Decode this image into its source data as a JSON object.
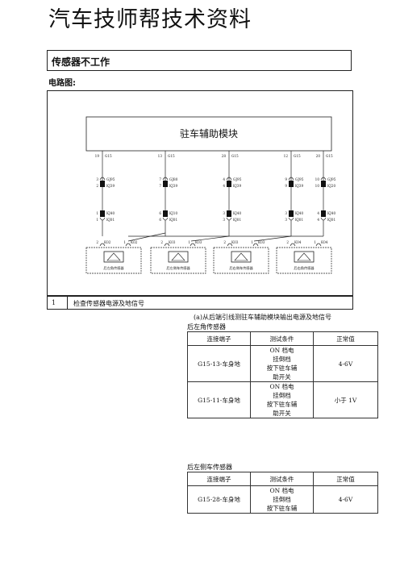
{
  "header": {
    "title": "汽车技师帮技术资料"
  },
  "section": {
    "title": "传感器不工作"
  },
  "circuit_label": "电路图:",
  "diagram": {
    "module_name": "驻车辅助模块",
    "top_pins": [
      "19",
      "G15",
      "13",
      "G15",
      "28",
      "G15",
      "12",
      "G15",
      "20",
      "G15"
    ],
    "conn1": [
      [
        "3",
        "GJ95",
        "2",
        "KJ39"
      ],
      [
        "7",
        "GJ80",
        "7",
        "KJ39"
      ],
      [
        "4",
        "GJ95",
        "4",
        "KJ39"
      ],
      [
        "9",
        "GJ95",
        "9",
        "KJ39"
      ],
      [
        "10",
        "GJ95",
        "10",
        "KJ20"
      ]
    ],
    "conn2": [
      [
        "1",
        "KJ40",
        "1",
        "KJ01"
      ],
      [
        "6",
        "KJ10",
        "6",
        "KJ01"
      ],
      [
        "3",
        "KJ40",
        "3",
        "KJ01"
      ],
      [
        "3",
        "KJ40",
        "3",
        "KJ01"
      ],
      [
        "4",
        "KJ40",
        "4",
        "KJ01"
      ]
    ],
    "sensor_pins": [
      [
        "2",
        "K02",
        "1",
        "K02"
      ],
      [
        "2",
        "K03",
        "1",
        "K03"
      ],
      [
        "2",
        "K03",
        "1",
        "K03"
      ],
      [
        "2",
        "K04",
        "1",
        "K04"
      ]
    ],
    "sensors": [
      "后左角传感器",
      "后左侧车传感器",
      "后右侧车传感器",
      "后右角传感器"
    ]
  },
  "step": {
    "num": "1",
    "text": "检查传感器电源及地信号"
  },
  "note_a": "(a)从后端引线测驻车辅助模块输出电源及地信号",
  "sub1": "后左角传感器",
  "sub2": "后左侧车传感器",
  "table_headers": [
    "连接端子",
    "测试条件",
    "正常值"
  ],
  "table1_rows": [
    {
      "terminal": "G15-13-车身地",
      "cond": [
        "ON 档电",
        "挂倒档",
        "按下驻车辅",
        "助开关"
      ],
      "value": "4-6V"
    },
    {
      "terminal": "G15-11-车身地",
      "cond": [
        "ON 档电",
        "挂倒档",
        "按下驻车辅",
        "助开关"
      ],
      "value": "小于 1V"
    }
  ],
  "table2_rows": [
    {
      "terminal": "G15-28-车身地",
      "cond": [
        "ON 档电",
        "挂倒档",
        "按下驻车辅"
      ],
      "value": "4-6V"
    }
  ]
}
